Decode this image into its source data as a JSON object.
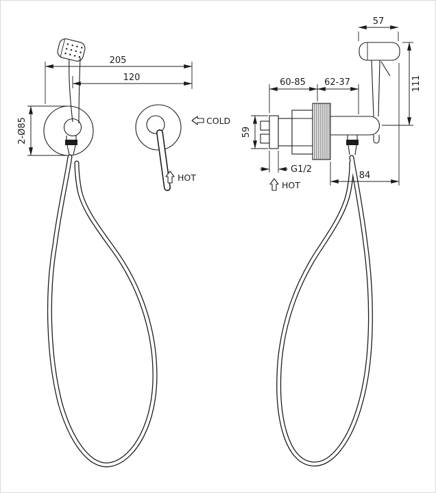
{
  "colors": {
    "line": "#1c1c1c",
    "background": "#ffffff",
    "border": "#d9d9d9"
  },
  "front_view": {
    "dim_overall_width": "205",
    "dim_valve_spacing": "120",
    "dim_plates": "2-Ø85",
    "cold_label": "COLD",
    "cold_arrow_icon": "hollow-arrow-left",
    "hot_label": "HOT",
    "hot_arrow_icon": "hollow-arrow-up"
  },
  "side_view": {
    "dim_head_length": "57",
    "dim_overall_height": "111",
    "dim_depth_range_a": "60-85",
    "dim_depth_range_b": "62-37",
    "dim_body_height": "59",
    "thread_label": "G1/2",
    "hot_label": "HOT",
    "hot_arrow_icon": "hollow-arrow-up",
    "dim_hose_offset": "84"
  }
}
